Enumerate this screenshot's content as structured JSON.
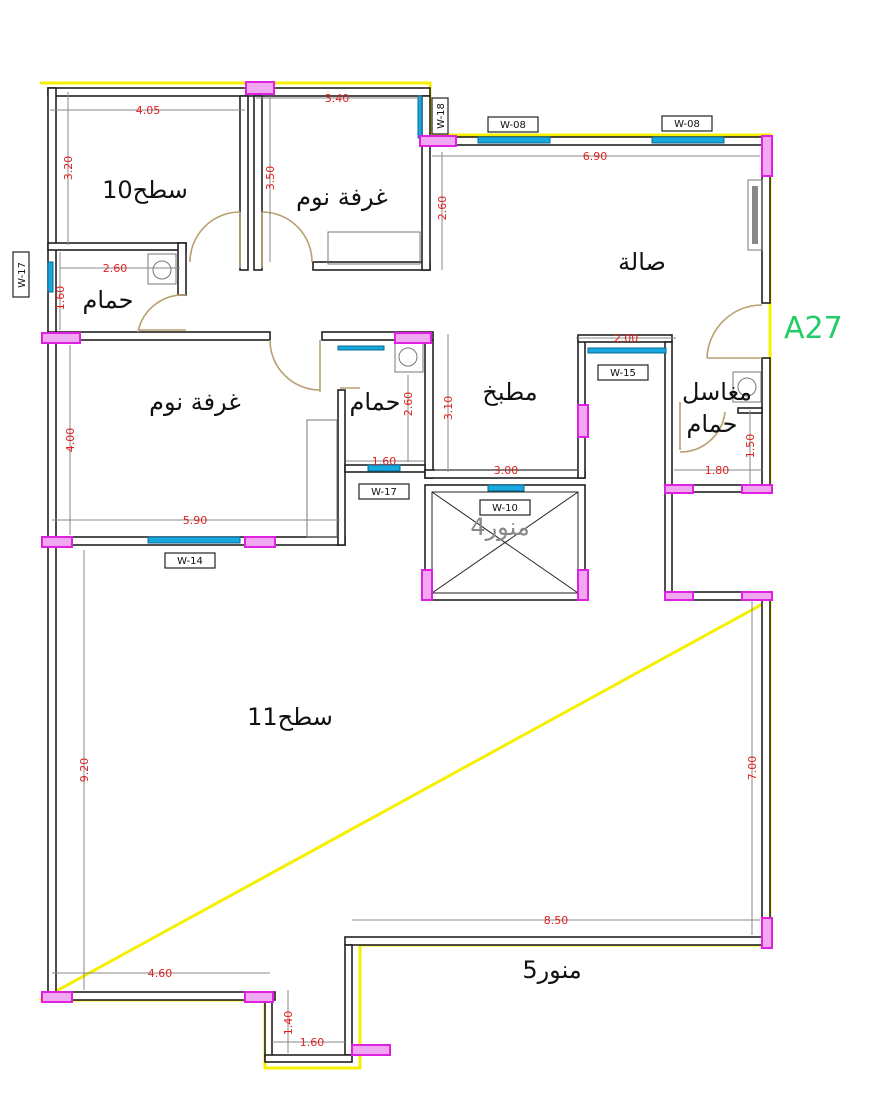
{
  "plan": {
    "rooms": {
      "roof10": "سطح10",
      "bedroom1": "غرفة نوم",
      "bath1": "حمام",
      "living": "صالة",
      "bedroom2": "غرفة نوم",
      "bath2": "حمام",
      "kitchen": "مطبخ",
      "laundry": "مغاسل",
      "bath3": "حمام",
      "lightwell4": "منور4",
      "roof11": "سطح11",
      "lightwell5": "منور5"
    },
    "unit_label": "A27",
    "dimensions": {
      "d405": "4.05",
      "d340": "3.40",
      "d320": "3.20",
      "d350": "3.50",
      "d260a": "2.60",
      "d690": "6.90",
      "d260b": "2.60",
      "d160a": "1.60",
      "d260c": "2.60",
      "d400": "4.00",
      "d590": "5.90",
      "d310": "3.10",
      "d300": "3.00",
      "d200": "2.00",
      "d160b": "1.60",
      "d180": "1.80",
      "d150": "1.50",
      "d920": "9.20",
      "d700": "7.00",
      "d850": "8.50",
      "d460": "4.60",
      "d140": "1.40",
      "d160c": "1.60"
    },
    "windows": {
      "w18": "W-18",
      "w08a": "W-08",
      "w08b": "W-08",
      "w17a": "W-17",
      "w15": "W-15",
      "w17b": "W-17",
      "w10": "W-10",
      "w14": "W-14"
    },
    "colors": {
      "outline": "#f5f000",
      "column": "#e020e0",
      "window": "#18a8e0",
      "dimension": "#e02020",
      "unit_label": "#22cc66"
    }
  }
}
